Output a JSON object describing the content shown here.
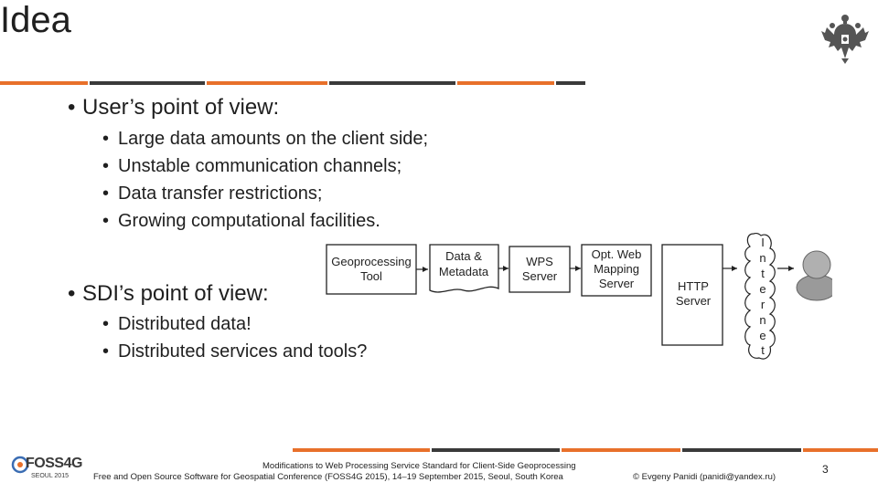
{
  "slide": {
    "title": "Idea",
    "page_number": "3",
    "accent_color": "#e8702a",
    "dark_color": "#3a3a3a"
  },
  "bullets_user": {
    "heading": "User’s point of view:",
    "items": [
      "Large data amounts on the client side;",
      "Unstable communication channels;",
      "Data transfer restrictions;",
      "Growing computational facilities."
    ]
  },
  "bullets_sdi": {
    "heading": "SDI’s point of view:",
    "items": [
      "Distributed data!",
      "Distributed services and tools?"
    ]
  },
  "diagram": {
    "geoprocessing_tool": [
      "Geoprocessing",
      "Tool"
    ],
    "data_metadata": [
      "Data &",
      "Metadata"
    ],
    "wps_server": [
      "WPS",
      "Server"
    ],
    "opt_web_mapping": [
      "Opt. Web",
      "Mapping",
      "Server"
    ],
    "http_server": [
      "HTTP",
      "Server"
    ],
    "internet_letters": [
      "I",
      "n",
      "t",
      "e",
      "r",
      "n",
      "e",
      "t"
    ],
    "user_icon": "user-silhouette-icon"
  },
  "footer": {
    "line1": "Modifications to Web Processing Service Standard for Client-Side Geoprocessing",
    "line2": "Free and Open Source Software for Geospatial Conference (FOSS4G 2015), 14–19 September 2015, Seoul, South Korea",
    "author": "© Evgeny Panidi (panidi@yandex.ru)",
    "logo_text": "FOSS4G",
    "logo_sub": "SEOUL 2015",
    "emblem_icon": "double-headed-eagle-icon"
  }
}
